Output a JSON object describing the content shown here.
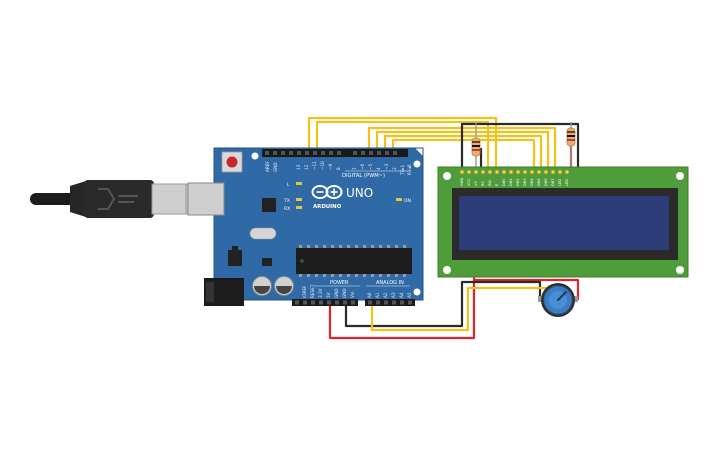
{
  "board": {
    "brand": "ARDUINO",
    "model": "UNO",
    "digital_header": "DIGITAL (PWM~)",
    "power_header": "POWER",
    "analog_header": "ANALOG IN",
    "on_label": "ON",
    "l_label": "L",
    "tx_label": "TX",
    "rx_label": "RX",
    "top_pins": [
      "AREF",
      "GND",
      "13",
      "12",
      "~11",
      "~10",
      "~9",
      "8",
      "7",
      "~6",
      "~5",
      "4",
      "~3",
      "2",
      "TX▸1",
      "RX◂0"
    ],
    "power_pins": [
      "IOREF",
      "RESET",
      "3.3V",
      "5V",
      "GND",
      "GND",
      "Vin"
    ],
    "analog_pins": [
      "A0",
      "A1",
      "A2",
      "A3",
      "A4",
      "A5"
    ]
  },
  "lcd": {
    "pins": [
      "GND",
      "VCC",
      "V0",
      "RS",
      "RW",
      "E",
      "DB0",
      "DB1",
      "DB2",
      "DB3",
      "DB4",
      "DB5",
      "DB6",
      "DB7",
      "LED",
      "LED"
    ]
  },
  "colors": {
    "board": "#2f6aa6",
    "board_dark": "#23527f",
    "lcd_pcb": "#4f9d3a",
    "lcd_screen": "#2d3d7a",
    "wire_yellow": "#f2c21b",
    "wire_red": "#e0242b",
    "wire_black": "#2a2a2a",
    "pot_knob": "#3b7dc4"
  },
  "icons": [
    "usb-cable-icon",
    "reset-button-icon",
    "potentiometer-icon",
    "resistor-icon"
  ]
}
